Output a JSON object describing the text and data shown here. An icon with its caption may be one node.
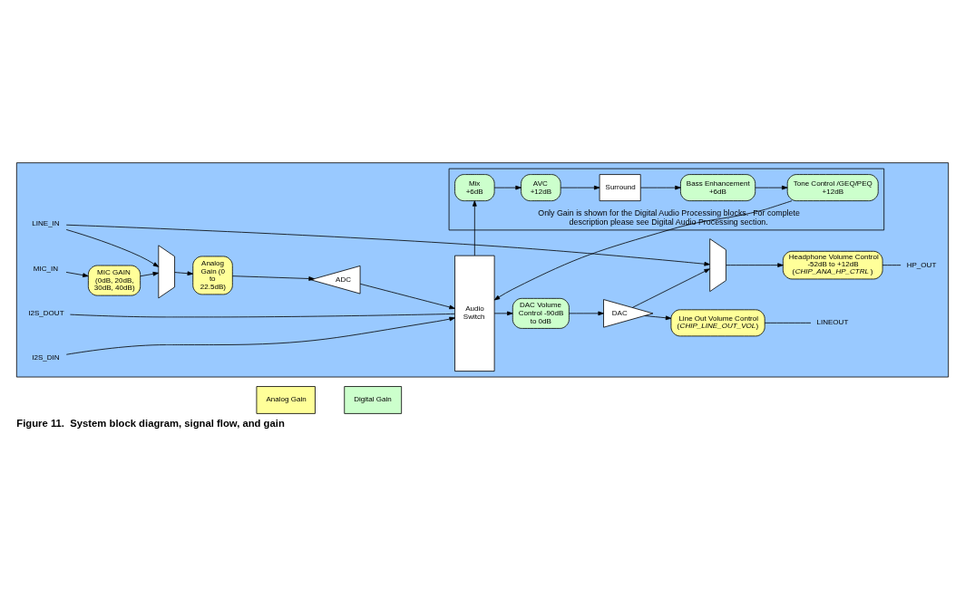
{
  "diagram": {
    "caption": "Figure 11.  System block diagram, signal flow, and gain",
    "nodes": [
      {
        "text": [],
        "shape": "box"
      },
      {
        "text": [
          "LINE_IN"
        ],
        "in": 0
      },
      {
        "text": [
          "MIC_IN"
        ],
        "in": 0
      },
      {
        "text": [
          "MIC GAIN (0dB, 20dB, 30dB, 40dB)"
        ],
        "in": 0
      },
      {
        "text": [],
        "shape": "trapezium",
        "in": 0
      },
      {
        "text": [
          "Analog Gain (0 to 22.5dB)"
        ],
        "in": 0
      },
      {
        "text": [
          "ADC"
        ],
        "in": 0
      },
      {
        "text": [
          "Audio Switch"
        ],
        "in": 0
      },
      {
        "text": [
          "DAC Volume Control -90dB to 0dB"
        ],
        "in": 0
      },
      {
        "text": [
          "DAC"
        ],
        "in": 0
      },
      {
        "text": [],
        "shape": "trapezium",
        "in": 0
      },
      {
        "text": [
          "Headphone Volume Control",
          "-52dB to +12dB",
          "(*CHIP_ANA_HP_CTRL*)"
        ],
        "in": 0
      },
      {
        "text": [
          "HP_OUT"
        ],
        "in": 0
      },
      {
        "text": [
          "I2S_DIN"
        ],
        "in": 0
      },
      {
        "text": [
          "I2S_DOUT"
        ],
        "in": 0
      },
      {
        "text": [
          "Line Out Volume Control",
          "(*CHIP_LINE_OUT_VOL*)"
        ],
        "in": 0
      },
      {
        "text": [
          "LINEOUT"
        ],
        "in": 0
      },
      {
        "text": [
          "Only Gain is shown for the Digital Audio Processing blocks.  For complete description please see Digital Audio Processing section."
        ],
        "in": 0
      },
      {
        "text": [
          "Mix +6dB"
        ],
        "in": 17
      },
      {
        "text": [
          "AVC +12dB"
        ],
        "in": 17
      },
      {
        "text": [
          "Surround"
        ],
        "in": 17
      },
      {
        "text": [
          "Bass Enhancement +6dB"
        ],
        "in": 17
      },
      {
        "text": [
          "Tone Control /GEQ/PEQ +12dB"
        ],
        "in": 17
      }
    ],
    "edges": [
      {
        "from": 1,
        "to": 4,
        "arrow": "to"
      },
      {
        "from": 1,
        "to": 10,
        "arrow": "to"
      },
      {
        "from": 2,
        "to": 3,
        "arrow": "to"
      },
      {
        "from": 3,
        "to": 4,
        "arrow": "to"
      },
      {
        "from": 4,
        "to": 5,
        "arrow": "to"
      },
      {
        "from": 5,
        "to": 6,
        "arrow": "to"
      },
      {
        "from": 6,
        "to": 7,
        "arrow": "to"
      },
      {
        "from": 13,
        "to": 7,
        "arrow": "to"
      },
      {
        "from": 7,
        "to": 14,
        "arrow": "none"
      },
      {
        "from": 7,
        "to": 8,
        "arrow": "to"
      },
      {
        "from": 8,
        "to": 9,
        "arrow": "to"
      },
      {
        "from": 9,
        "to": 10,
        "arrow": "to"
      },
      {
        "from": 9,
        "to": 15,
        "arrow": "to"
      },
      {
        "from": 10,
        "to": 11,
        "arrow": "to"
      },
      {
        "from": 11,
        "to": 12,
        "arrow": "none"
      },
      {
        "from": 15,
        "to": 16,
        "arrow": "none"
      },
      {
        "from": 7,
        "to": 18,
        "arrow": "to"
      },
      {
        "from": 18,
        "to": 19,
        "arrow": "to"
      },
      {
        "from": 19,
        "to": 20,
        "arrow": "to"
      },
      {
        "from": 20,
        "to": 21,
        "arrow": "to"
      },
      {
        "from": 21,
        "to": 22,
        "arrow": "to"
      },
      {
        "from": 22,
        "to": 7,
        "arrow": "to"
      }
    ],
    "legend": [
      {
        "text": "Analog Gain",
        "color": "#ffff99"
      },
      {
        "text": "Digital Gain",
        "color": "#ccffcc"
      }
    ]
  }
}
